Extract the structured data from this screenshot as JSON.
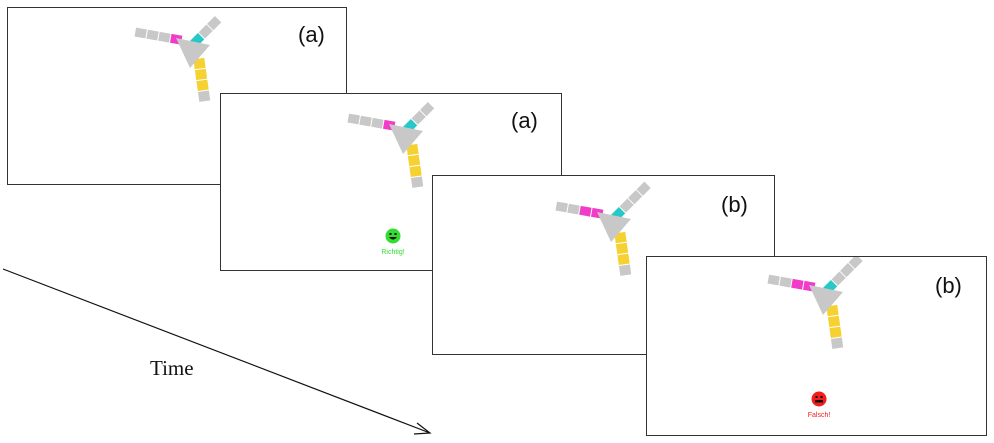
{
  "colors": {
    "gray": "#c8c8c8",
    "magenta": "#f03cc8",
    "cyan": "#28c8c8",
    "yellow": "#f5d232",
    "arrow_gray": "#c8c8c8",
    "correct_green": "#32dc32",
    "incorrect_red": "#f01e1e"
  },
  "panels": [
    {
      "label": "(a)",
      "feedback": null
    },
    {
      "label": "(a)",
      "feedback": {
        "type": "correct",
        "icon": "happy-smiley-icon",
        "text": "Richtig!"
      }
    },
    {
      "label": "(b)",
      "feedback": null
    },
    {
      "label": "(b)",
      "feedback": {
        "type": "incorrect",
        "icon": "sad-smiley-icon",
        "text": "Falsch!"
      }
    }
  ],
  "time_label": "Time"
}
